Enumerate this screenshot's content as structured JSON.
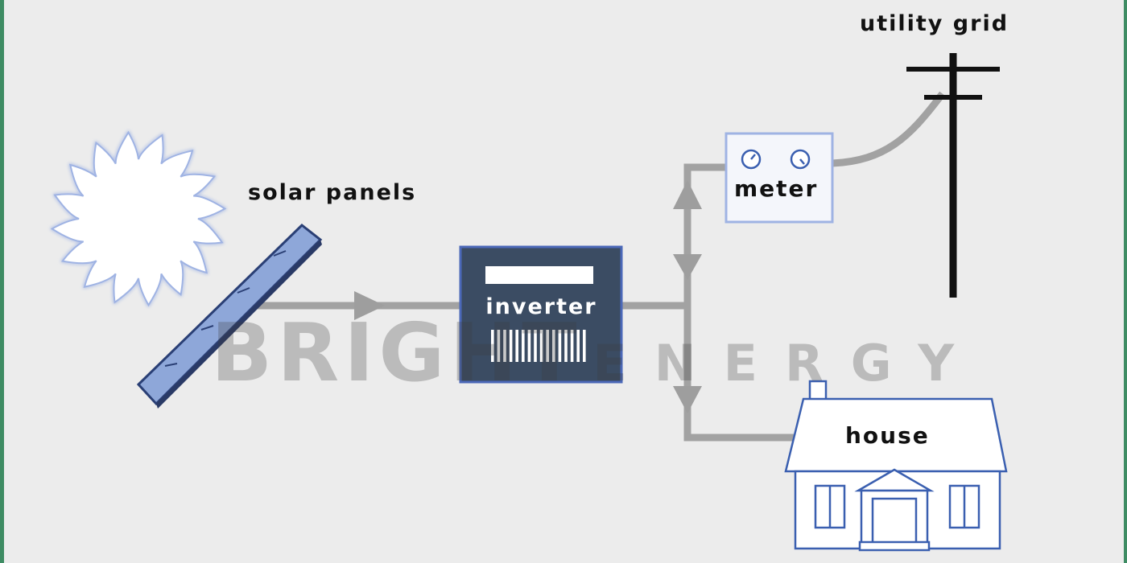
{
  "labels": {
    "solar_panels": "solar panels",
    "utility_grid": "utility grid",
    "meter": "meter",
    "inverter": "inverter",
    "house": "house"
  },
  "watermark": {
    "word1": "BRIGHT",
    "word2": "ENERGY"
  },
  "icons": [
    "sun-icon",
    "solar-panel-icon",
    "inverter-icon",
    "meter-icon",
    "utility-pole-icon",
    "house-icon"
  ],
  "colors": {
    "background": "#ececec",
    "wire": "#a2a2a2",
    "outline_blue": "#3a5fb0",
    "panel_fill": "#8ea7d9",
    "inverter_fill": "#3b4c63",
    "frame": "#3e8c63"
  }
}
